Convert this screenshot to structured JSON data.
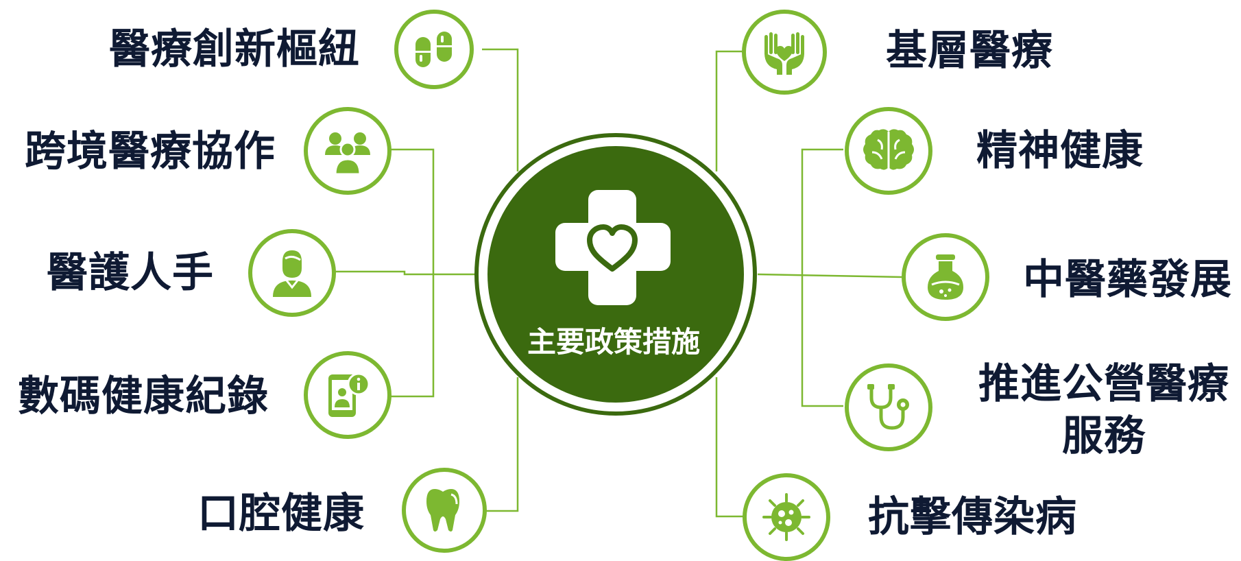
{
  "center": {
    "title": "主要政策措施",
    "icon": "medical-cross-heart-icon"
  },
  "colors": {
    "accent": "#7db831",
    "center_fill": "#3b6a0f",
    "text": "#0f1a33"
  },
  "left_items": [
    {
      "label": "醫療創新樞紐",
      "icon": "capsules-icon"
    },
    {
      "label": "跨境醫療協作",
      "icon": "people-group-icon"
    },
    {
      "label": "醫護人手",
      "icon": "health-worker-icon"
    },
    {
      "label": "數碼健康紀錄",
      "icon": "digital-record-phone-icon"
    },
    {
      "label": "口腔健康",
      "icon": "tooth-icon"
    }
  ],
  "right_items": [
    {
      "label": "基層醫療",
      "icon": "hands-heart-icon"
    },
    {
      "label": "精神健康",
      "icon": "brain-icon"
    },
    {
      "label": "中醫藥發展",
      "icon": "flask-icon"
    },
    {
      "label": "推進公營醫療服務",
      "label_line1": "推進公營醫療",
      "label_line2": "服務",
      "icon": "stethoscope-icon"
    },
    {
      "label": "抗擊傳染病",
      "icon": "virus-icon"
    }
  ]
}
